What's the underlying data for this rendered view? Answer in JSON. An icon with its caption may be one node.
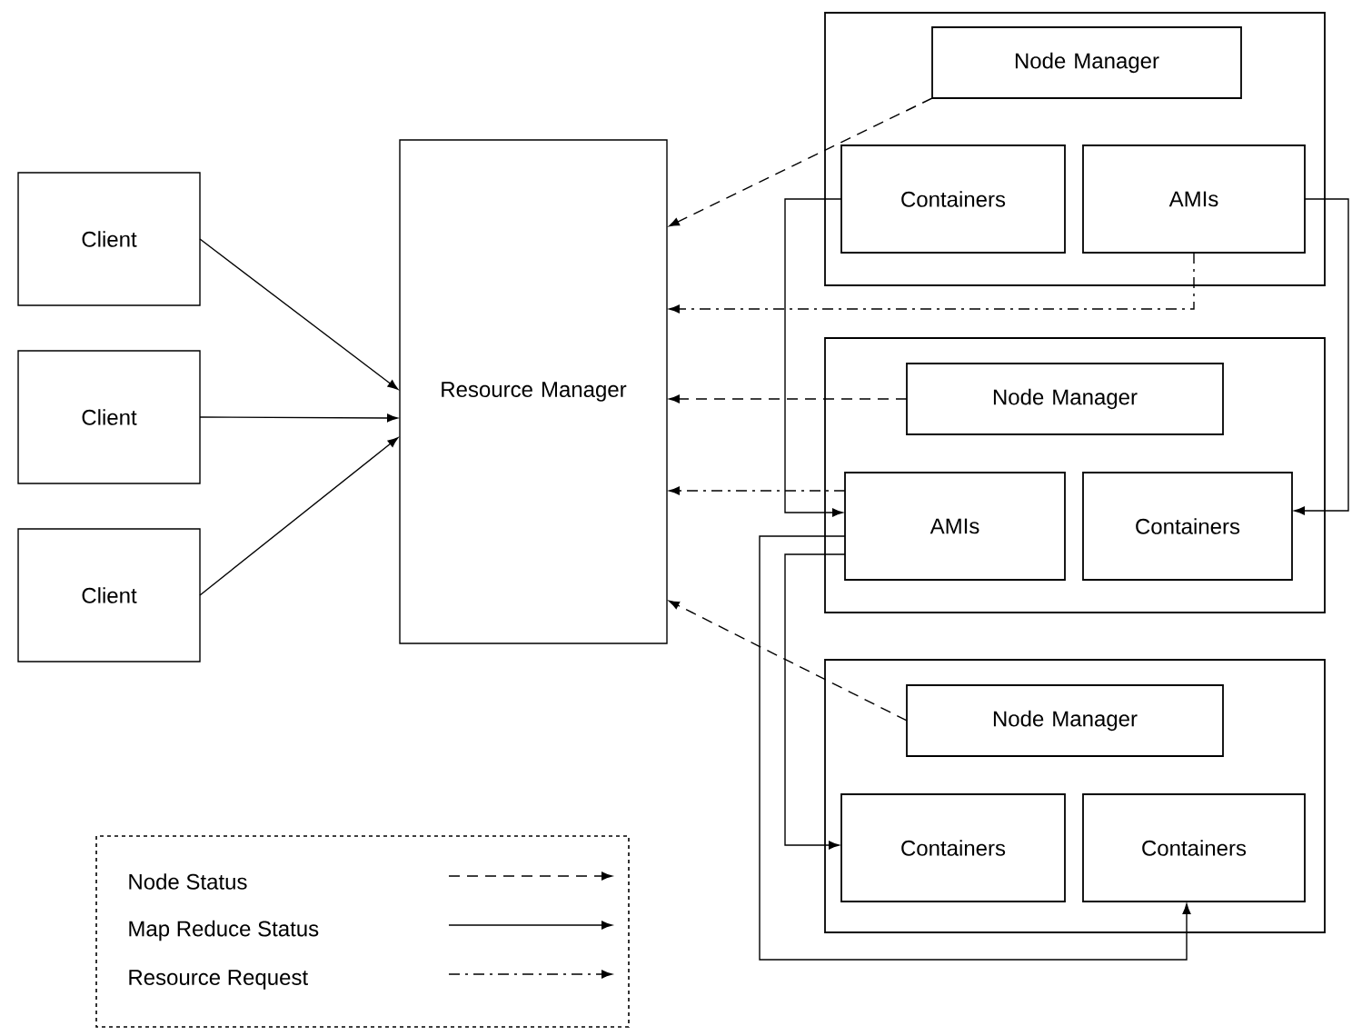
{
  "diagram": {
    "nodes": [
      {
        "text": [
          "Client"
        ]
      },
      {
        "text": [
          "Client"
        ]
      },
      {
        "text": [
          "Client"
        ]
      },
      {
        "text": [
          "Resource Manager"
        ]
      },
      {
        "text": [],
        "shape": "box"
      },
      {
        "text": [
          "Node Manager"
        ],
        "in": 4
      },
      {
        "text": [
          "Containers"
        ],
        "in": 4
      },
      {
        "text": [
          "AMIs"
        ],
        "in": 4
      },
      {
        "text": [],
        "shape": "box"
      },
      {
        "text": [
          "Node Manager"
        ],
        "in": 8
      },
      {
        "text": [
          "AMIs"
        ],
        "in": 8
      },
      {
        "text": [
          "Containers"
        ],
        "in": 8
      },
      {
        "text": [],
        "shape": "box"
      },
      {
        "text": [
          "Node Manager"
        ],
        "in": 12
      },
      {
        "text": [
          "Containers"
        ],
        "in": 12
      },
      {
        "text": [
          "Containers"
        ],
        "in": 12
      }
    ],
    "edges": [
      {
        "from": 0,
        "to": 3,
        "arrow": "to"
      },
      {
        "from": 1,
        "to": 3,
        "arrow": "to"
      },
      {
        "from": 2,
        "to": 3,
        "arrow": "to"
      },
      {
        "from": 5,
        "to": 3,
        "arrow": "to",
        "style": "dashed"
      },
      {
        "from": 7,
        "to": 3,
        "arrow": "to",
        "style": "dashed"
      },
      {
        "from": 9,
        "to": 3,
        "arrow": "to",
        "style": "dashed"
      },
      {
        "from": 10,
        "to": 3,
        "arrow": "to",
        "style": "dashed"
      },
      {
        "from": 13,
        "to": 3,
        "arrow": "to",
        "style": "dashed"
      },
      {
        "from": 6,
        "to": 10,
        "arrow": "to"
      },
      {
        "from": 7,
        "to": 11,
        "arrow": "to"
      },
      {
        "from": 10,
        "to": 14,
        "arrow": "to"
      },
      {
        "from": 10,
        "to": 15,
        "arrow": "to"
      }
    ],
    "legend": [
      {
        "text": "Node Status"
      },
      {
        "text": "Map Reduce Status"
      },
      {
        "text": "Resource Request"
      }
    ]
  }
}
